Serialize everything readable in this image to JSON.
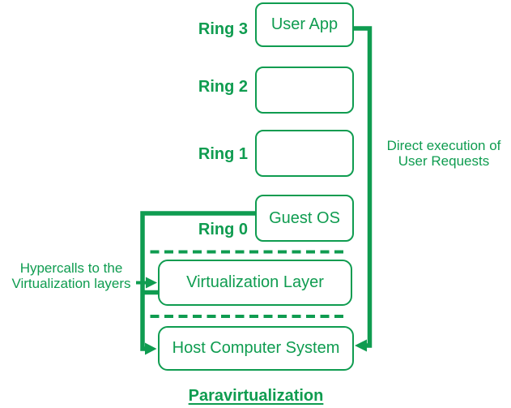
{
  "colors": {
    "accent_green": "#0F9C50",
    "background": "#FFFFFF"
  },
  "diagram": {
    "title": "Paravirtualization",
    "rings": [
      {
        "label": "Ring 3",
        "box": "User App"
      },
      {
        "label": "Ring 2",
        "box": ""
      },
      {
        "label": "Ring 1",
        "box": ""
      },
      {
        "label": "Ring 0",
        "box": "Guest OS"
      }
    ],
    "layers": {
      "virtualization": "Virtualization Layer",
      "host": "Host Computer System"
    },
    "annotations": {
      "direct_execution": {
        "line1": "Direct execution of",
        "line2": "User Requests"
      },
      "hypercalls": {
        "line1": "Hypercalls to the",
        "line2": "Virtualization layers"
      }
    }
  }
}
